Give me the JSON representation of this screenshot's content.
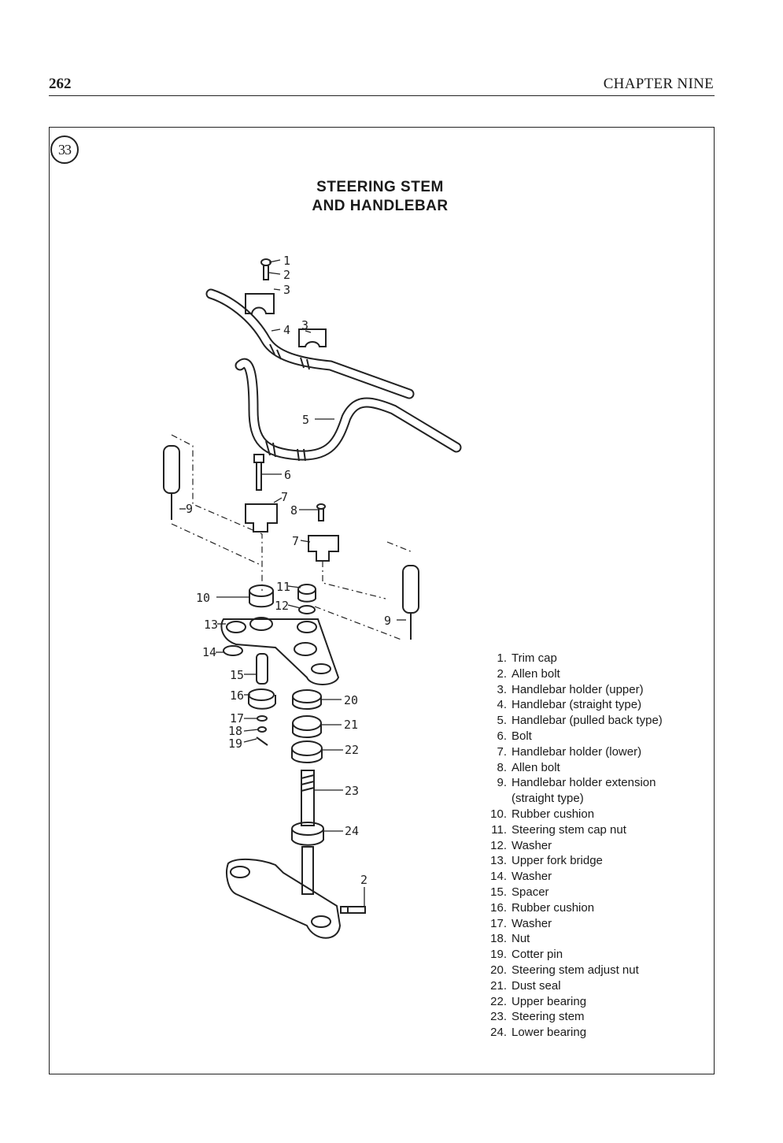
{
  "header": {
    "page_number": "262",
    "chapter": "CHAPTER NINE"
  },
  "figure": {
    "number": "33",
    "title_line1": "STEERING STEM",
    "title_line2": "AND HANDLEBAR",
    "callouts": [
      "1",
      "2",
      "3",
      "4",
      "3",
      "5",
      "6",
      "7",
      "8",
      "7",
      "9",
      "9",
      "10",
      "11",
      "12",
      "13",
      "14",
      "15",
      "16",
      "17",
      "18",
      "19",
      "20",
      "21",
      "22",
      "23",
      "24",
      "2"
    ],
    "parts": [
      {
        "num": "1.",
        "name": "Trim cap"
      },
      {
        "num": "2.",
        "name": "Allen bolt"
      },
      {
        "num": "3.",
        "name": "Handlebar holder (upper)"
      },
      {
        "num": "4.",
        "name": "Handlebar (straight type)"
      },
      {
        "num": "5.",
        "name": "Handlebar (pulled back type)"
      },
      {
        "num": "6.",
        "name": "Bolt"
      },
      {
        "num": "7.",
        "name": "Handlebar holder (lower)"
      },
      {
        "num": "8.",
        "name": "Allen bolt"
      },
      {
        "num": "9.",
        "name": "Handlebar holder extension\n(straight type)"
      },
      {
        "num": "10.",
        "name": "Rubber cushion"
      },
      {
        "num": "11.",
        "name": "Steering stem cap nut"
      },
      {
        "num": "12.",
        "name": "Washer"
      },
      {
        "num": "13.",
        "name": "Upper fork bridge"
      },
      {
        "num": "14.",
        "name": "Washer"
      },
      {
        "num": "15.",
        "name": "Spacer"
      },
      {
        "num": "16.",
        "name": "Rubber cushion"
      },
      {
        "num": "17.",
        "name": "Washer"
      },
      {
        "num": "18.",
        "name": "Nut"
      },
      {
        "num": "19.",
        "name": "Cotter pin"
      },
      {
        "num": "20.",
        "name": "Steering stem adjust nut"
      },
      {
        "num": "21.",
        "name": "Dust seal"
      },
      {
        "num": "22.",
        "name": "Upper bearing"
      },
      {
        "num": "23.",
        "name": "Steering stem"
      },
      {
        "num": "24.",
        "name": "Lower bearing"
      }
    ]
  }
}
